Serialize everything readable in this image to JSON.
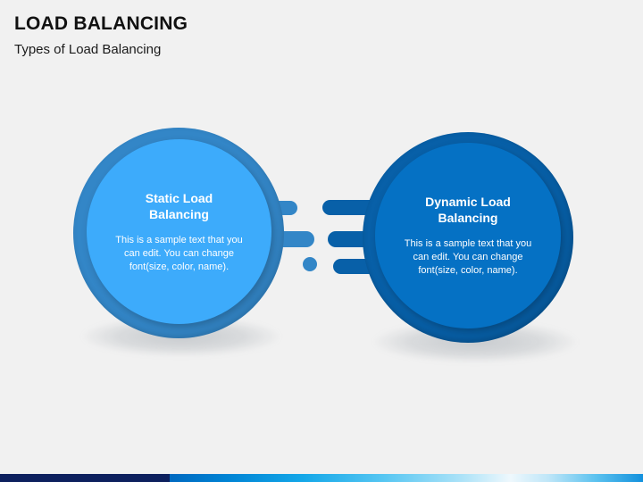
{
  "header": {
    "title": "LOAD BALANCING",
    "subtitle": "Types of Load Balancing"
  },
  "diagram": {
    "nodes": [
      {
        "id": "static",
        "title": "Static Load\nBalancing",
        "body": "This is a sample text that you can edit. You can change font(size, color, name).",
        "ring_color": "#3386c7",
        "fill_color": "#3dabfb",
        "text_color": "#ffffff"
      },
      {
        "id": "dynamic",
        "title": "Dynamic Load\nBalancing",
        "body": "This is a sample text that you can edit. You can change font(size, color, name).",
        "ring_color": "#0860a8",
        "fill_color": "#0571c4",
        "text_color": "#ffffff"
      }
    ],
    "connector": {
      "light_color": "#3386c7",
      "dark_color": "#0860a8"
    }
  },
  "footer": {
    "bar_navy_color": "#0d205e",
    "bar_gradient_from": "#0069c0",
    "bar_gradient_to": "#1391dd"
  },
  "background_color": "#f1f1f1"
}
